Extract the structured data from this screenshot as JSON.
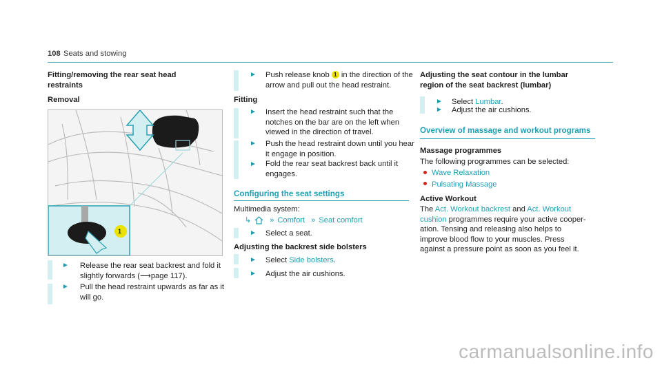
{
  "header": {
    "page_number": "108",
    "section": "Seats and stowing"
  },
  "col1": {
    "title_line1": "Fitting/removing the rear seat head",
    "title_line2": "restraints",
    "removal": "Removal",
    "image": {
      "badge": "1"
    },
    "step1_line1": "Release the rear seat backrest and fold it",
    "step1_line2_a": "slightly forwards (",
    "step1_line2_b": "page 117).",
    "step2_line1": "Pull the head restraint upwards as far as it",
    "step2_line2": "will go."
  },
  "col2": {
    "step3_line1_a": "Push release knob",
    "step3_badge": "1",
    "step3_line1_b": "in the direction of the",
    "step3_line2": "arrow and pull out the head restraint.",
    "fitting": "Fitting",
    "step4_line1": "Insert the head restraint such that the",
    "step4_line2": "notches on the bar are on the left when",
    "step4_line3": "viewed in the direction of travel.",
    "step5_line1": "Push the head restraint down until you hear",
    "step5_line2": "it engage in position.",
    "step6_line1": "Fold the rear seat backrest back until it",
    "step6_line2": "engages.",
    "config_title": "Configuring the seat settings",
    "multimedia": "Multimedia system:",
    "nav_comfort": "Comfort",
    "nav_seat_comfort": "Seat comfort",
    "step7": "Select a seat.",
    "bolsters_title": "Adjusting the backrest side bolsters",
    "step8_a": "Select",
    "step8_link": "Side bolsters",
    "step8_b": ".",
    "step9": "Adjust the air cushions."
  },
  "col3": {
    "lumbar_title_line1": "Adjusting the seat contour in the lumbar",
    "lumbar_title_line2": "region of the seat backrest (lumbar)",
    "step10_a": "Select",
    "step10_link": "Lumbar",
    "step10_b": ".",
    "step11": "Adjust the air cushions.",
    "overview_title": "Overview of massage and workout programs",
    "massage_title": "Massage programmes",
    "massage_intro": "The following programmes can be selected:",
    "massage_items": [
      "Wave Relaxation",
      "Pulsating Massage"
    ],
    "workout_title": "Active Workout",
    "workout_line1_a": "The",
    "workout_link1": "Act. Workout backrest",
    "workout_line1_b": "and",
    "workout_link2_a": "Act. Workout",
    "workout_link2_b": "cushion",
    "workout_line2_b": "programmes require your active cooper-",
    "workout_line3": "ation. Tensing and releasing also helps to",
    "workout_line4": "improve blood flow to your muscles. Press",
    "workout_line5": "against a pressure point as soon as you feel it."
  },
  "watermark": "carmanualsonline.info",
  "colors": {
    "accent": "#1e9fb3",
    "bar": "#d3eff1",
    "bullet": "#d0281f",
    "badge": "#ece200"
  },
  "icons": [
    "step-arrow-icon",
    "home-icon",
    "double-chevron-icon",
    "return-arrow-icon",
    "reference-arrow-icon"
  ]
}
